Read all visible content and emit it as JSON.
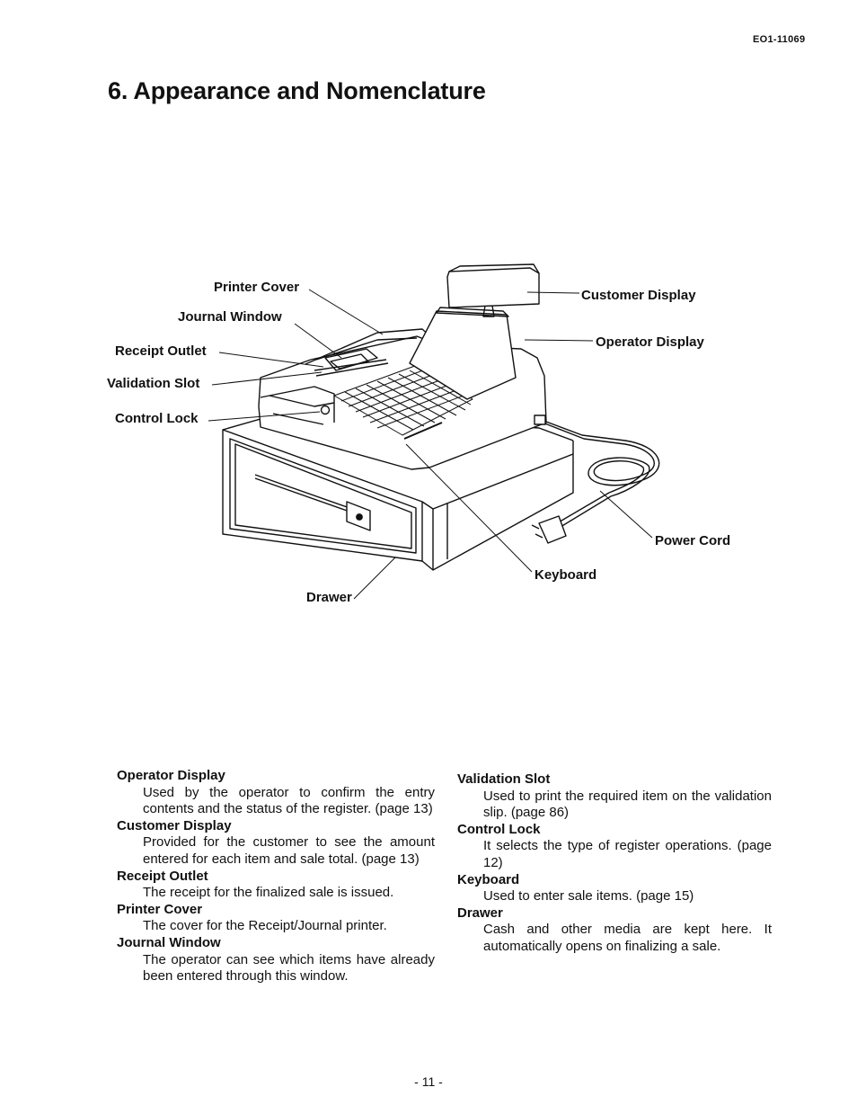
{
  "header": {
    "doc_code": "EO1-11069"
  },
  "title": "6. Appearance and Nomenclature",
  "figure": {
    "callouts": {
      "printer_cover": "Printer Cover",
      "journal_window": "Journal Window",
      "receipt_outlet": "Receipt Outlet",
      "validation_slot": "Validation Slot",
      "control_lock": "Control Lock",
      "customer_display": "Customer Display",
      "operator_display": "Operator Display",
      "power_cord": "Power Cord",
      "keyboard": "Keyboard",
      "drawer": "Drawer"
    }
  },
  "descriptions": {
    "left": [
      {
        "term": "Operator Display",
        "text": "Used by the operator to confirm the entry contents and the status of the register. (page 13)"
      },
      {
        "term": "Customer Display",
        "text": "Provided for the customer to see the amount entered for each item and sale total. (page 13)"
      },
      {
        "term": "Receipt Outlet",
        "text": "The receipt for the finalized sale is issued."
      },
      {
        "term": "Printer Cover",
        "text": "The cover for the Receipt/Journal printer."
      },
      {
        "term": "Journal Window",
        "text": "The operator can see which items have already been entered through this window."
      }
    ],
    "right": [
      {
        "term": "Validation Slot",
        "text": "Used to print the required item on the validation slip. (page 86)"
      },
      {
        "term": "Control Lock",
        "text": "It selects the type of register operations. (page 12)"
      },
      {
        "term": "Keyboard",
        "text": "Used to enter sale items. (page 15)"
      },
      {
        "term": "Drawer",
        "text": "Cash and other media are kept here. It automatically opens on finalizing a sale."
      }
    ]
  },
  "footer": {
    "page_number": "- 11 -"
  }
}
